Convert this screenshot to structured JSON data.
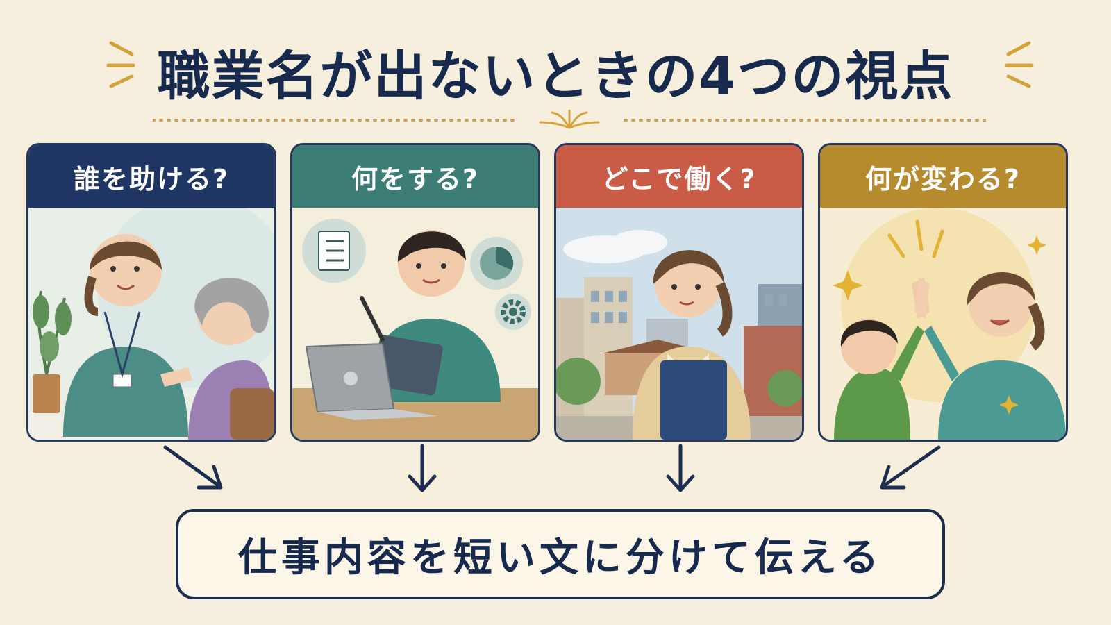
{
  "title": "職業名が出ないときの4つの視点",
  "cards": [
    {
      "label": "誰を助ける?",
      "color": "#1f3564"
    },
    {
      "label": "何をする?",
      "color": "#3b7d74"
    },
    {
      "label": "どこで働く?",
      "color": "#c95b47"
    },
    {
      "label": "何が変わる?",
      "color": "#b58b2e"
    }
  ],
  "summary": "仕事内容を短い文に分けて伝える",
  "colors": {
    "background": "#f6efdd",
    "navy": "#17294d",
    "gold": "#d4a23a"
  },
  "icons": [
    "sparkle-icon",
    "checklist-icon",
    "pie-chart-icon",
    "gear-icon",
    "arrow-down-icon"
  ]
}
